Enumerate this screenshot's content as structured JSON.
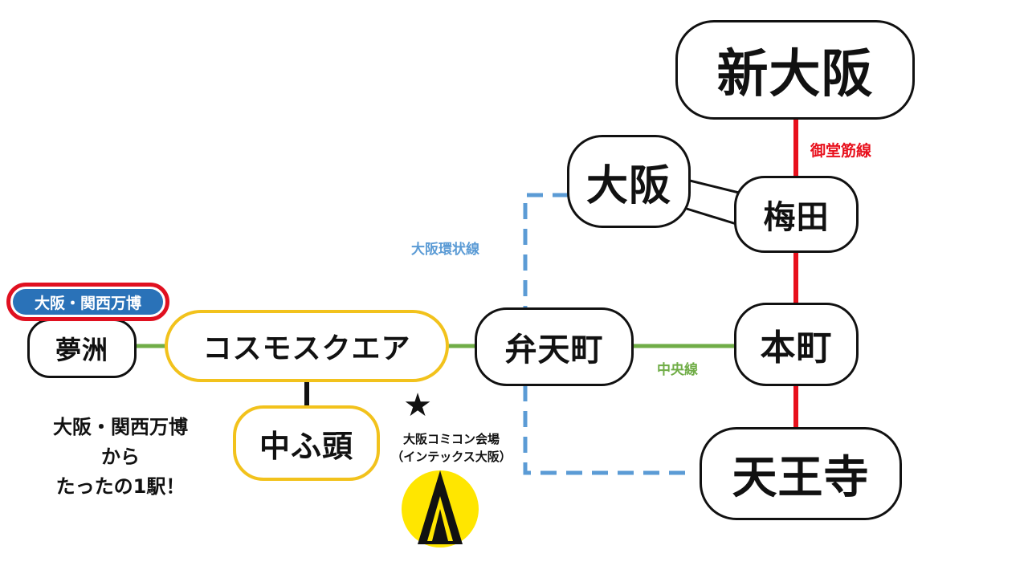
{
  "stations": {
    "shin_osaka": "新大阪",
    "osaka": "大阪",
    "umeda": "梅田",
    "honmachi": "本町",
    "tennoji": "天王寺",
    "bentencho": "弁天町",
    "cosmosquare": "コスモスクエア",
    "yumeshima": "夢洲",
    "nakafuto": "中ふ頭"
  },
  "lines": {
    "midosuji": {
      "name": "御堂筋線",
      "color": "#e8101c"
    },
    "loop": {
      "name": "大阪環状線",
      "color": "#5b9bd5"
    },
    "chuo": {
      "name": "中央線",
      "color": "#70ad47"
    },
    "nanko": {
      "name": "",
      "color": "#111111"
    }
  },
  "expo_badge": "大阪・関西万博",
  "note": {
    "line1": "大阪・関西万博",
    "line2": "から",
    "line3": "たったの1駅！"
  },
  "venue": {
    "star": "★",
    "name": "大阪コミコン会場",
    "sub": "（インテックス大阪）"
  },
  "colors": {
    "station_border": "#111111",
    "highlight_border": "#f2c21c",
    "badge_bg": "#2a72b8",
    "badge_border": "#e01020",
    "logo_yellow": "#ffe600"
  }
}
